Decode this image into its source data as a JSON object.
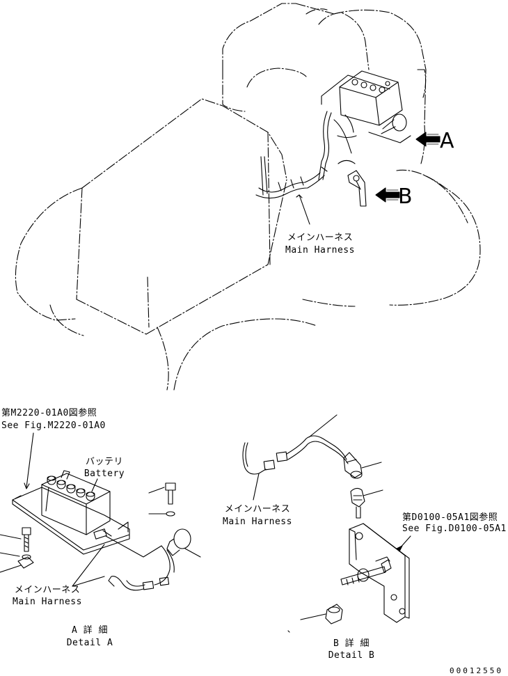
{
  "top_view": {
    "arrow_a_label": "A",
    "arrow_b_label": "B",
    "main_harness": {
      "jp": "メインハーネス",
      "en": "Main Harness"
    }
  },
  "detail_a": {
    "fig_ref": {
      "jp": "第M2220-01A0図参照",
      "en": "See Fig.M2220-01A0"
    },
    "battery": {
      "jp": "バッテリ",
      "en": "Battery"
    },
    "main_harness": {
      "jp": "メインハーネス",
      "en": "Main Harness"
    },
    "caption": {
      "jp": "A 詳 細",
      "en": "Detail A"
    }
  },
  "detail_b": {
    "main_harness": {
      "jp": "メインハーネス",
      "en": "Main Harness"
    },
    "fig_ref": {
      "jp": "第D0100-05A1図参照",
      "en": "See Fig.D0100-05A1"
    },
    "caption": {
      "jp": "B 詳 細",
      "en": "Detail B"
    }
  },
  "drawing_number": "00012550"
}
